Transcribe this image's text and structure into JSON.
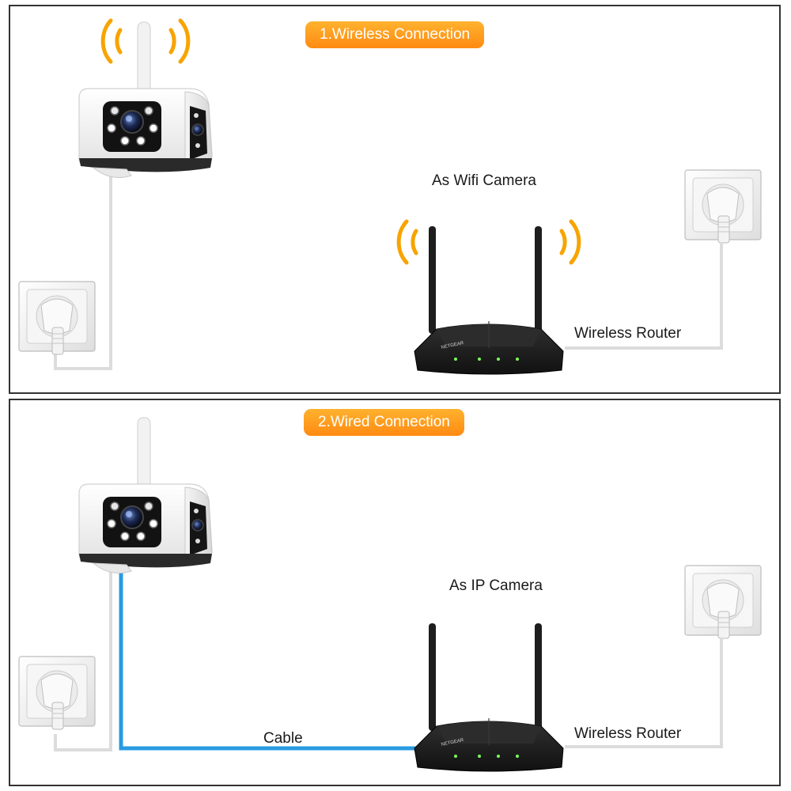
{
  "panel1": {
    "title": "1.Wireless Connection",
    "mode_label": "As Wifi Camera",
    "router_label": "Wireless Router"
  },
  "panel2": {
    "title": "2.Wired Connection",
    "mode_label": "As IP Camera",
    "router_label": "Wireless Router",
    "cable_label": "Cable"
  },
  "router_brand": "NETGEAR",
  "colors": {
    "accent": "#ff9a1f",
    "signal": "#f7a400",
    "cable": "#2a9be0",
    "router": "#1c1c1c"
  }
}
